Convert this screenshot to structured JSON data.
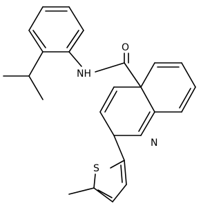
{
  "molecule": {
    "atoms": {
      "oxygen": "O",
      "amide_nh": "NH",
      "quinoline_n": "N",
      "thiophene_s": "S"
    }
  }
}
